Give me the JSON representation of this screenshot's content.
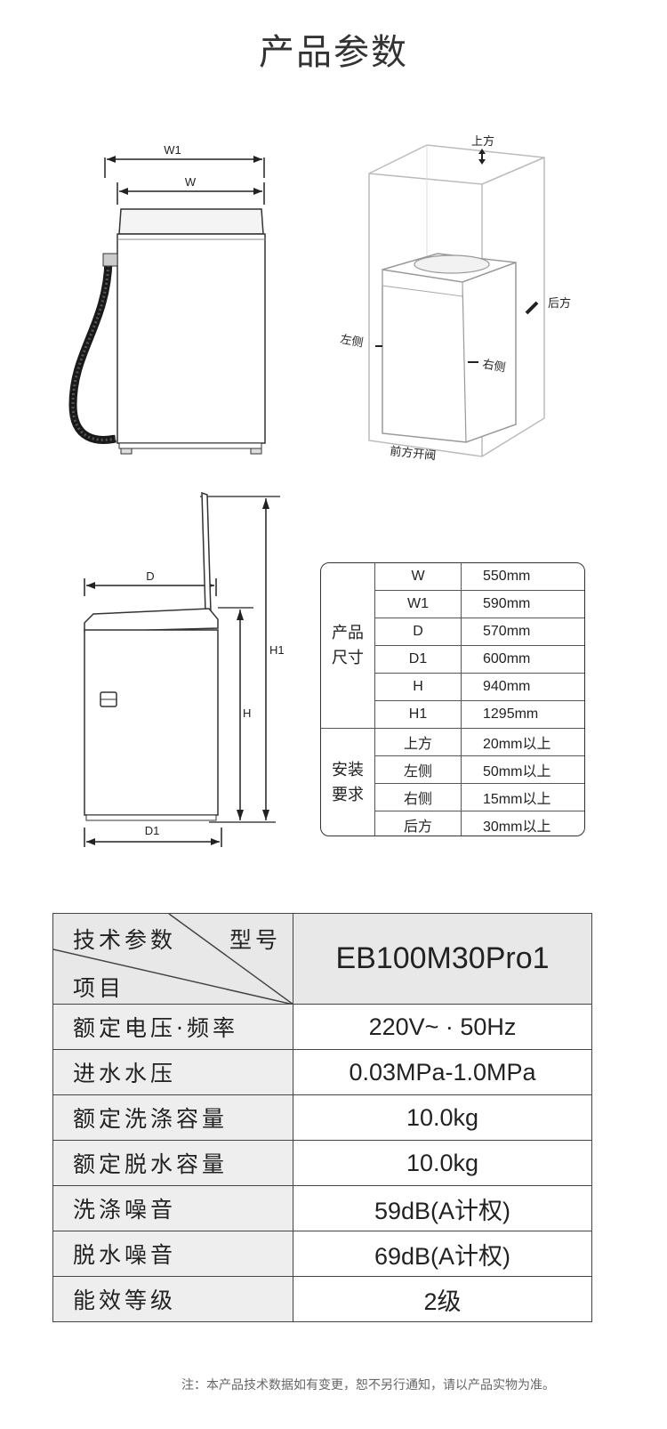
{
  "title": "产品参数",
  "diagram_labels": {
    "w1": "W1",
    "w": "W",
    "d": "D",
    "d1": "D1",
    "h": "H",
    "h1": "H1",
    "top": "上方",
    "back": "后方",
    "left": "左侧",
    "right": "右侧",
    "front": "前方开阀"
  },
  "dimension_table": {
    "size_group": [
      "产品",
      "尺寸"
    ],
    "size_rows": [
      {
        "key": "W",
        "value": "550mm"
      },
      {
        "key": "W1",
        "value": "590mm"
      },
      {
        "key": "D",
        "value": "570mm"
      },
      {
        "key": "D1",
        "value": "600mm"
      },
      {
        "key": "H",
        "value": "940mm"
      },
      {
        "key": "H1",
        "value": "1295mm"
      }
    ],
    "install_group": [
      "安装",
      "要求"
    ],
    "install_rows": [
      {
        "key": "上方",
        "value": "20mm以上"
      },
      {
        "key": "左侧",
        "value": "50mm以上"
      },
      {
        "key": "右侧",
        "value": "15mm以上"
      },
      {
        "key": "后方",
        "value": "30mm以上"
      }
    ]
  },
  "spec_table": {
    "header_tech": "技术参数",
    "header_model_label": "型号",
    "header_item": "项目",
    "model": "EB100M30Pro1",
    "rows": [
      {
        "name": "额定电压·频率",
        "value": "220V~ · 50Hz"
      },
      {
        "name": "进水水压",
        "value": "0.03MPa-1.0MPa"
      },
      {
        "name": "额定洗涤容量",
        "value": "10.0kg"
      },
      {
        "name": "额定脱水容量",
        "value": "10.0kg"
      },
      {
        "name": "洗涤噪音",
        "value": "59dB(A计权)"
      },
      {
        "name": "脱水噪音",
        "value": "69dB(A计权)"
      },
      {
        "name": "能效等级",
        "value": "2级"
      }
    ]
  },
  "note": "注：本产品技术数据如有变更，恕不另行通知，请以产品实物为准。"
}
